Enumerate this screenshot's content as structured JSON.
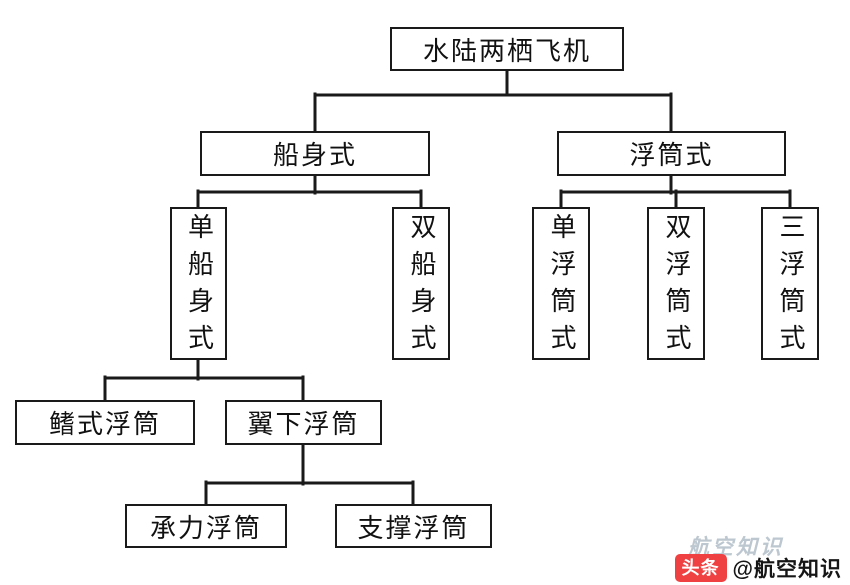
{
  "diagram": {
    "nodes": {
      "root": "水陆两栖飞机",
      "hull_type": "船身式",
      "float_type": "浮筒式",
      "single_hull": "单船身式",
      "double_hull": "双船身式",
      "single_float": "单浮筒式",
      "double_float": "双浮筒式",
      "triple_float": "三浮筒式",
      "fin_float": "鳍式浮筒",
      "underwing_float": "翼下浮筒",
      "load_float": "承力浮筒",
      "support_float": "支撑浮筒"
    }
  },
  "watermark": {
    "text": "航空知识"
  },
  "footer": {
    "logo": "头条",
    "handle": "@航空知识"
  }
}
